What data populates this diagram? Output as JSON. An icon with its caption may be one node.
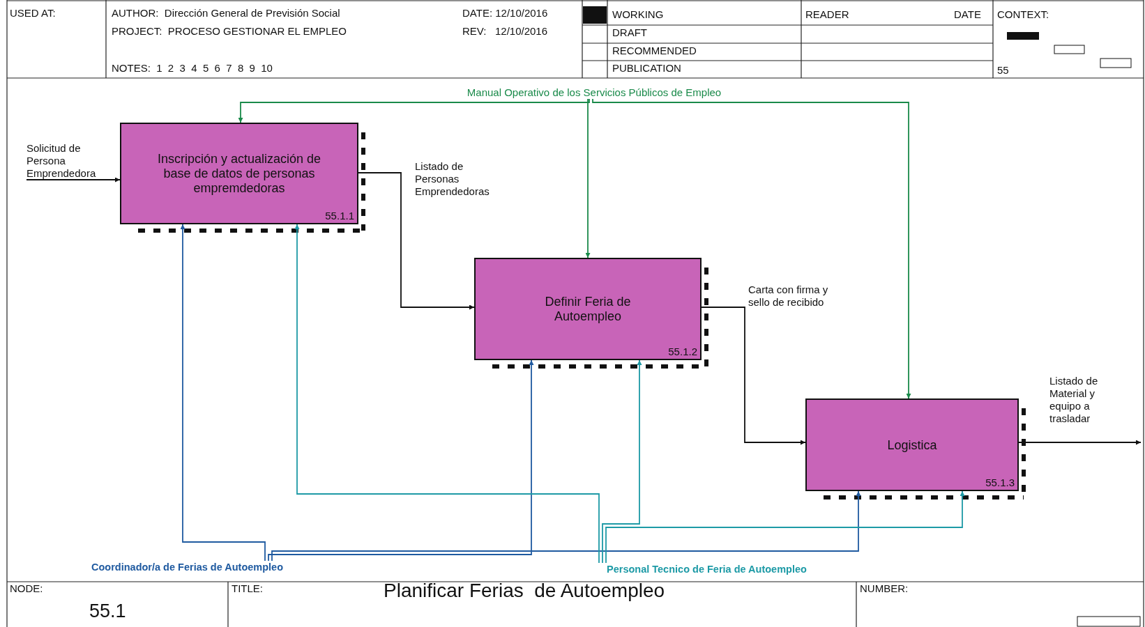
{
  "diagram": {
    "title": "Planificar Ferias  de Autoempleo",
    "nodes": [
      {
        "text": [
          "Inscripción y actualización de base de datos de personas empremdedoras",
          "55.1.1"
        ]
      },
      {
        "text": [
          "Definir Feria de Autoempleo",
          "55.1.2"
        ]
      },
      {
        "text": [
          "Logistica",
          "55.1.3"
        ]
      },
      {
        "text": [
          "Solicitud de Persona Emprendedora"
        ]
      },
      {
        "text": [
          "Manual Operativo de los Servicios Públicos de Empleo"
        ]
      },
      {
        "text": [
          "Coordinador/a de Ferias de Autoempleo"
        ]
      },
      {
        "text": [
          "Personal Tecnico de Feria de Autoempleo"
        ]
      }
    ],
    "edges": [
      {
        "from": 3,
        "to": 0,
        "arrow": "to"
      },
      {
        "from": 0,
        "to": 1,
        "arrow": "to",
        "label": "Listado de Personas Emprendedoras"
      },
      {
        "from": 1,
        "to": 2,
        "arrow": "to",
        "label": "Carta con firma y sello de recibido"
      },
      {
        "from": 2,
        "to": null,
        "arrow": "to",
        "label": "Listado de Material y equipo a trasladar"
      },
      {
        "from": 4,
        "to": 0,
        "arrow": "to",
        "color": "#1a8a4a"
      },
      {
        "from": 4,
        "to": 1,
        "arrow": "to",
        "color": "#1a8a4a"
      },
      {
        "from": 4,
        "to": 2,
        "arrow": "to",
        "color": "#1a8a4a"
      },
      {
        "from": 5,
        "to": 0,
        "arrow": "to",
        "color": "#1f5aa0"
      },
      {
        "from": 5,
        "to": 1,
        "arrow": "to",
        "color": "#1f5aa0"
      },
      {
        "from": 5,
        "to": 2,
        "arrow": "to",
        "color": "#1f5aa0"
      },
      {
        "from": 6,
        "to": 0,
        "arrow": "to",
        "color": "#1d9aa6"
      },
      {
        "from": 6,
        "to": 1,
        "arrow": "to",
        "color": "#1d9aa6"
      },
      {
        "from": 6,
        "to": 2,
        "arrow": "to",
        "color": "#1d9aa6"
      }
    ],
    "labels": [
      "USED AT:",
      "AUTHOR:  Dirección General de Previsión Social",
      "DATE: 12/10/2016",
      "WORKING",
      "READER",
      "DATE",
      "CONTEXT:",
      "PROJECT:  PROCESO GESTIONAR EL EMPLEO",
      "REV:   12/10/2016",
      "DRAFT",
      "RECOMMENDED",
      "NOTES:  1  2  3  4  5  6  7  8  9  10",
      "PUBLICATION",
      "55",
      "NODE:",
      "55.1",
      "TITLE:",
      "NUMBER:"
    ]
  }
}
